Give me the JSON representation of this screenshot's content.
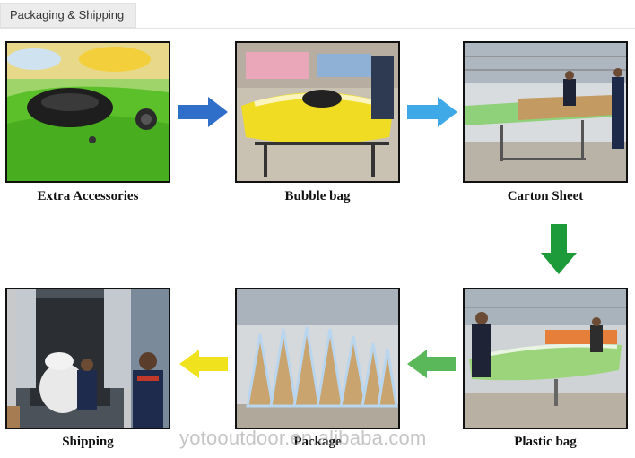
{
  "header": {
    "tab_label": "Packaging & Shipping"
  },
  "steps": [
    {
      "caption": "Extra Accessories"
    },
    {
      "caption": "Bubble  bag"
    },
    {
      "caption": "Carton  Sheet"
    },
    {
      "caption": "Plastic bag"
    },
    {
      "caption": "Package"
    },
    {
      "caption": "Shipping"
    }
  ],
  "arrows": {
    "row1_color": "#2f6fc9",
    "row1b_color": "#3fa8e6",
    "down_color": "#1d9b3a",
    "left1_color": "#5bb85a",
    "left2_color": "#f0e31e"
  },
  "watermark": "yotooutdoor.en.alibaba.com"
}
